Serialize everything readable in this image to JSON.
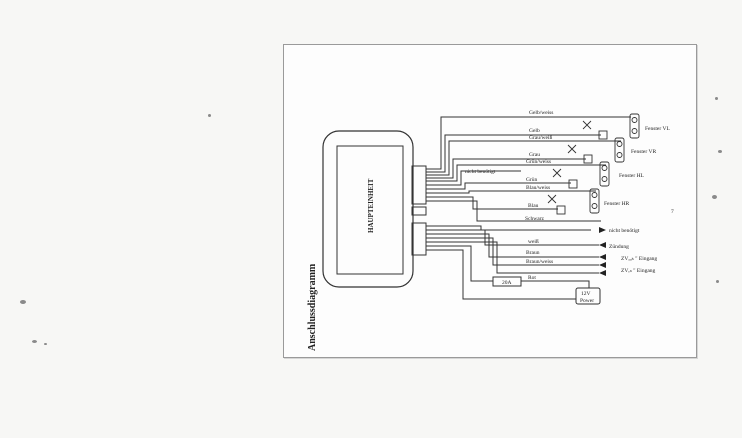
{
  "diagram": {
    "title": "Anschlussdiagramm",
    "unit_label": "HAUPTEINHEIT",
    "fuse_label": "20A",
    "power_label": "Power",
    "power_voltage": "12V",
    "page_mark": "7",
    "wires": [
      {
        "label": "Gelb/weiss"
      },
      {
        "label": "Gelb"
      },
      {
        "label": "Grau/weiß"
      },
      {
        "label": "Grau"
      },
      {
        "label": "Grün/weiss"
      },
      {
        "label": "nicht benötigt"
      },
      {
        "label": "Grün"
      },
      {
        "label": "Blau/weiss"
      },
      {
        "label": "Blau"
      },
      {
        "label": "Schwarz"
      },
      {
        "label": "weiß"
      },
      {
        "label": "Braun"
      },
      {
        "label": "Braun/weiss"
      },
      {
        "label": "Rot"
      }
    ],
    "motors": [
      {
        "label": "Fenster VL"
      },
      {
        "label": "Fenster VR"
      },
      {
        "label": "Fenster HL"
      },
      {
        "label": "Fenster HR"
      }
    ],
    "outputs": [
      {
        "label": "nicht benötigt"
      },
      {
        "label": "Zündung"
      },
      {
        "label": "ZVₐᵤₕ \" Eingang"
      },
      {
        "label": "ZVₑₙ \" Eingang"
      }
    ]
  }
}
